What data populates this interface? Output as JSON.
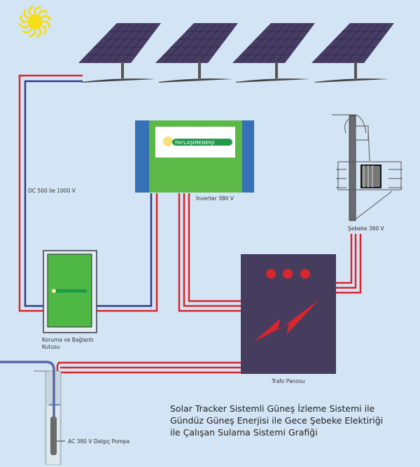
{
  "labels": {
    "dc_voltage": "DC 500 ile 1000 V",
    "inverter": "İnverter 380 V",
    "protection_box_line1": "Koruma ve Bağlantı",
    "protection_box_line2": "Kutusu",
    "grid": "Şebeke 380 V",
    "transformer_panel": "Trafo Panosu",
    "pump": "AC 380 V Dalgıç Pompa"
  },
  "logo_text": "PAYLAŞIMENERJİ",
  "title": {
    "line1": "Solar Tracker Sistemli Güneş İzleme Sistemi ile",
    "line2": "Gündüz Güneş Enerjisi ile Gece Şebeke Elektiriği",
    "line3": "ile Çalışan Sulama Sistemi Grafiği"
  },
  "colors": {
    "background": "#d3e4f4",
    "wire_positive": "#d8262d",
    "wire_negative": "#2e3a8c",
    "inverter_green": "#5cb947",
    "inverter_side": "#3670b5",
    "panel": "#463c64",
    "trafo": "#463c5e",
    "sun": "#f5dd1a"
  }
}
